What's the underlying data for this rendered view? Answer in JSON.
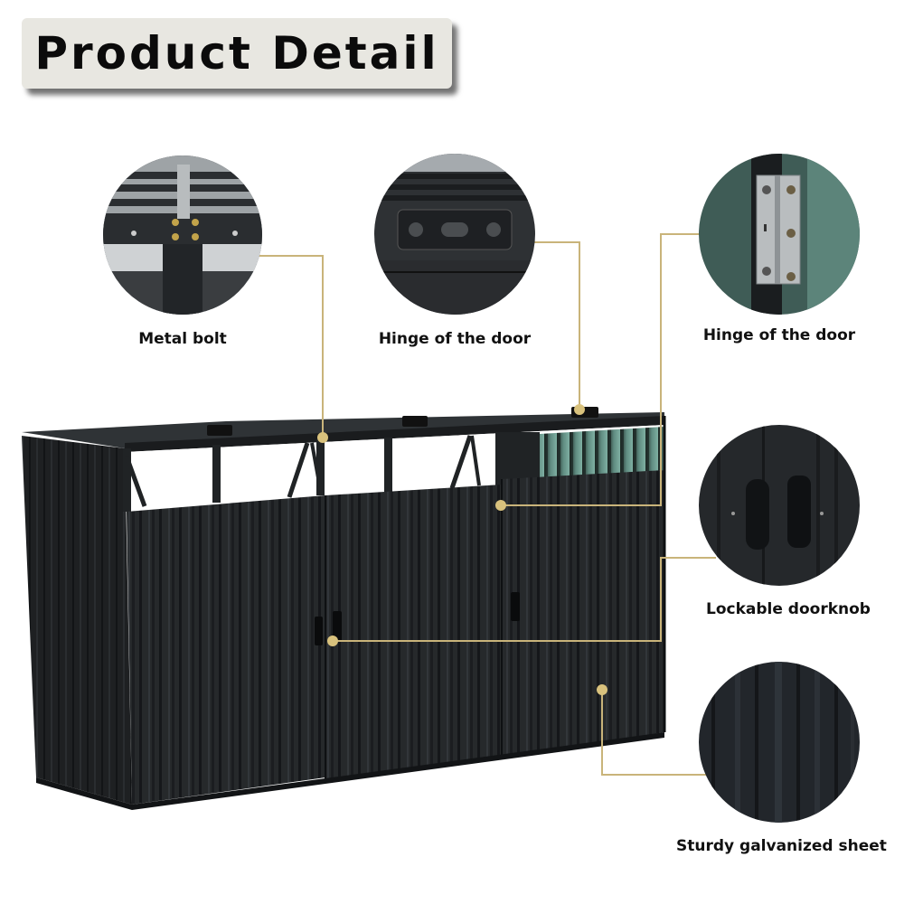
{
  "title": "Product Detail",
  "colors": {
    "callout_line": "#c9b47a",
    "callout_dot": "#d9c27d",
    "shed_body": "#25282a",
    "title_bg": "#e8e7e1"
  },
  "callouts": [
    {
      "id": "metal-bolt",
      "label": "Metal bolt",
      "icon": "bolt-detail-image"
    },
    {
      "id": "hinge-top",
      "label": "Hinge of the door",
      "icon": "lid-hinge-detail-image"
    },
    {
      "id": "hinge-side",
      "label": "Hinge of the door",
      "icon": "door-hinge-detail-image"
    },
    {
      "id": "doorknob",
      "label": "Lockable doorknob",
      "icon": "doorknob-detail-image"
    },
    {
      "id": "sheet",
      "label": "Sturdy galvanized sheet",
      "icon": "sheet-detail-image"
    }
  ]
}
